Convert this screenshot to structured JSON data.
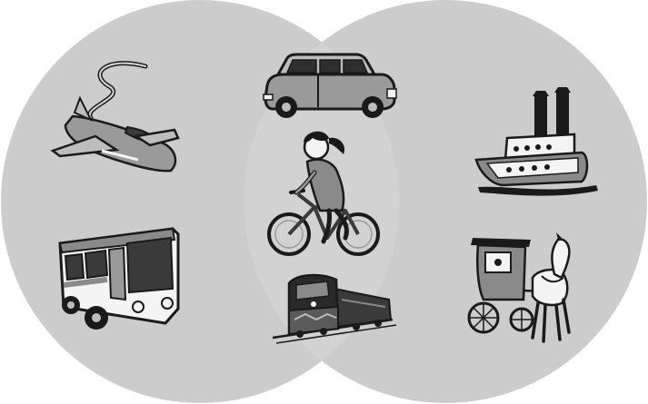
{
  "diagram": {
    "type": "venn",
    "circles": [
      {
        "id": "left",
        "items": [
          "jet-airplane",
          "bus"
        ]
      },
      {
        "id": "right",
        "items": [
          "steamship",
          "horse-drawn-carriage"
        ]
      }
    ],
    "intersection": {
      "items": [
        "taxi-car",
        "girl-on-bicycle",
        "train-locomotive"
      ]
    },
    "colors": {
      "circle_fill": "#cccccc",
      "overlap_fill": "#d2d2d2",
      "ink": "#1a1a1a",
      "mid_gray": "#8a8a8a",
      "light_gray": "#bdbdbd",
      "white": "#f4f4f4"
    }
  }
}
